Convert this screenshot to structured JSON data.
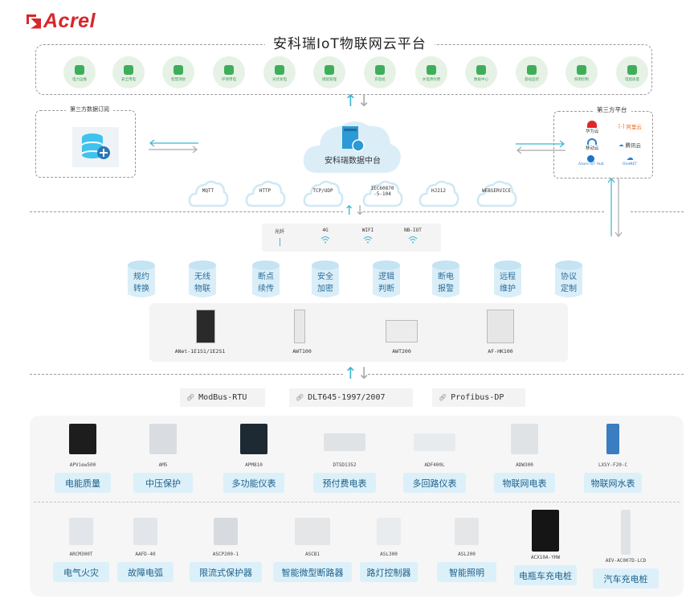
{
  "brand": {
    "logo_text": "Acrel",
    "color": "#d9262a"
  },
  "cloud_platform": {
    "title": "安科瑞IoT物联网云平台",
    "apps": [
      {
        "label": "电力运维",
        "icon": "plug-gear-icon"
      },
      {
        "label": "安全用电",
        "icon": "safety-icon"
      },
      {
        "label": "智慧消防",
        "icon": "fire-shield-icon"
      },
      {
        "label": "环保用电",
        "icon": "leaf-cloud-icon"
      },
      {
        "label": "光伏发电",
        "icon": "solar-panel-icon"
      },
      {
        "label": "储能管理",
        "icon": "battery-cabinet-icon"
      },
      {
        "label": "充电桩",
        "icon": "charging-pile-icon"
      },
      {
        "label": "水电预付费",
        "icon": "water-drop-bolt-icon"
      },
      {
        "label": "数据中心",
        "icon": "database-icon"
      },
      {
        "label": "基站监控",
        "icon": "antenna-icon"
      },
      {
        "label": "照明控制",
        "icon": "bulb-icon"
      },
      {
        "label": "电能质量",
        "icon": "waveform-icon"
      }
    ],
    "accent_color": "#3fae5a"
  },
  "data_subscription": {
    "title": "第三方数据订阅",
    "icon": "database-add-icon"
  },
  "data_center": {
    "label": "安科瑞数据中台",
    "icon": "server-globe-icon"
  },
  "third_party": {
    "title": "第三方平台",
    "platforms": [
      {
        "name": "华为云",
        "icon": "huawei-icon"
      },
      {
        "name": "阿里云",
        "icon": "aliyun-icon"
      },
      {
        "name": "移动云",
        "icon": "ecloud-icon"
      },
      {
        "name": "腾讯云",
        "icon": "tencent-cloud-icon"
      },
      {
        "name": "Azure IoT Hub",
        "icon": "azure-icon"
      },
      {
        "name": "OneNET",
        "icon": "onenet-icon"
      }
    ]
  },
  "protocols_upper": [
    "MQTT",
    "HTTP",
    "TCP/UDP",
    "IEC60870\n-5-104",
    "HJ212",
    "WEBSERVICE"
  ],
  "networks": [
    {
      "label": "光纤",
      "icon": "fiber-line-icon"
    },
    {
      "label": "4G",
      "icon": "wifi-icon"
    },
    {
      "label": "WIFI",
      "icon": "wifi-icon"
    },
    {
      "label": "NB-IOT",
      "icon": "wifi-icon"
    }
  ],
  "features": [
    [
      "规约",
      "转换"
    ],
    [
      "无线",
      "物联"
    ],
    [
      "断点",
      "续传"
    ],
    [
      "安全",
      "加密"
    ],
    [
      "逻辑",
      "判断"
    ],
    [
      "断电",
      "报警"
    ],
    [
      "远程",
      "维护"
    ],
    [
      "协议",
      "定制"
    ]
  ],
  "gateways": [
    "ANet-1E1S1/1E2S1",
    "AWT100",
    "AWT200",
    "AF-HK100"
  ],
  "field_protocols": [
    "ModBus-RTU",
    "DLT645-1997/2007",
    "Profibus-DP"
  ],
  "devices_row1": [
    {
      "model": "APView500",
      "category": "电能质量"
    },
    {
      "model": "AM5",
      "category": "中压保护"
    },
    {
      "model": "APM810",
      "category": "多功能仪表"
    },
    {
      "model": "DTSD1352",
      "category": "预付费电表"
    },
    {
      "model": "ADF400L",
      "category": "多回路仪表"
    },
    {
      "model": "ADW300",
      "category": "物联网电表"
    },
    {
      "model": "LXSY-F20-C",
      "category": "物联网水表"
    }
  ],
  "devices_row2": [
    {
      "model": "ARCM300T",
      "category": "电气火灾"
    },
    {
      "model": "AAFD-40",
      "category": "故障电弧"
    },
    {
      "model": "ASCP200-1",
      "category": "限流式保护器"
    },
    {
      "model": "ASCB1",
      "category": "智能微型断路器"
    },
    {
      "model": "ASL300",
      "category": "路灯控制器"
    },
    {
      "model": "ASL200",
      "category": "智能照明"
    },
    {
      "model": "ACX10A-YHW",
      "category": "电瓶车充电桩"
    },
    {
      "model": "AEV-AC007D-LCD",
      "category": "汽车充电桩"
    }
  ],
  "arrows": {
    "up_color": "#3cb6d0",
    "down_color": "#aaaaaa",
    "up": "↑",
    "down": "↓"
  }
}
